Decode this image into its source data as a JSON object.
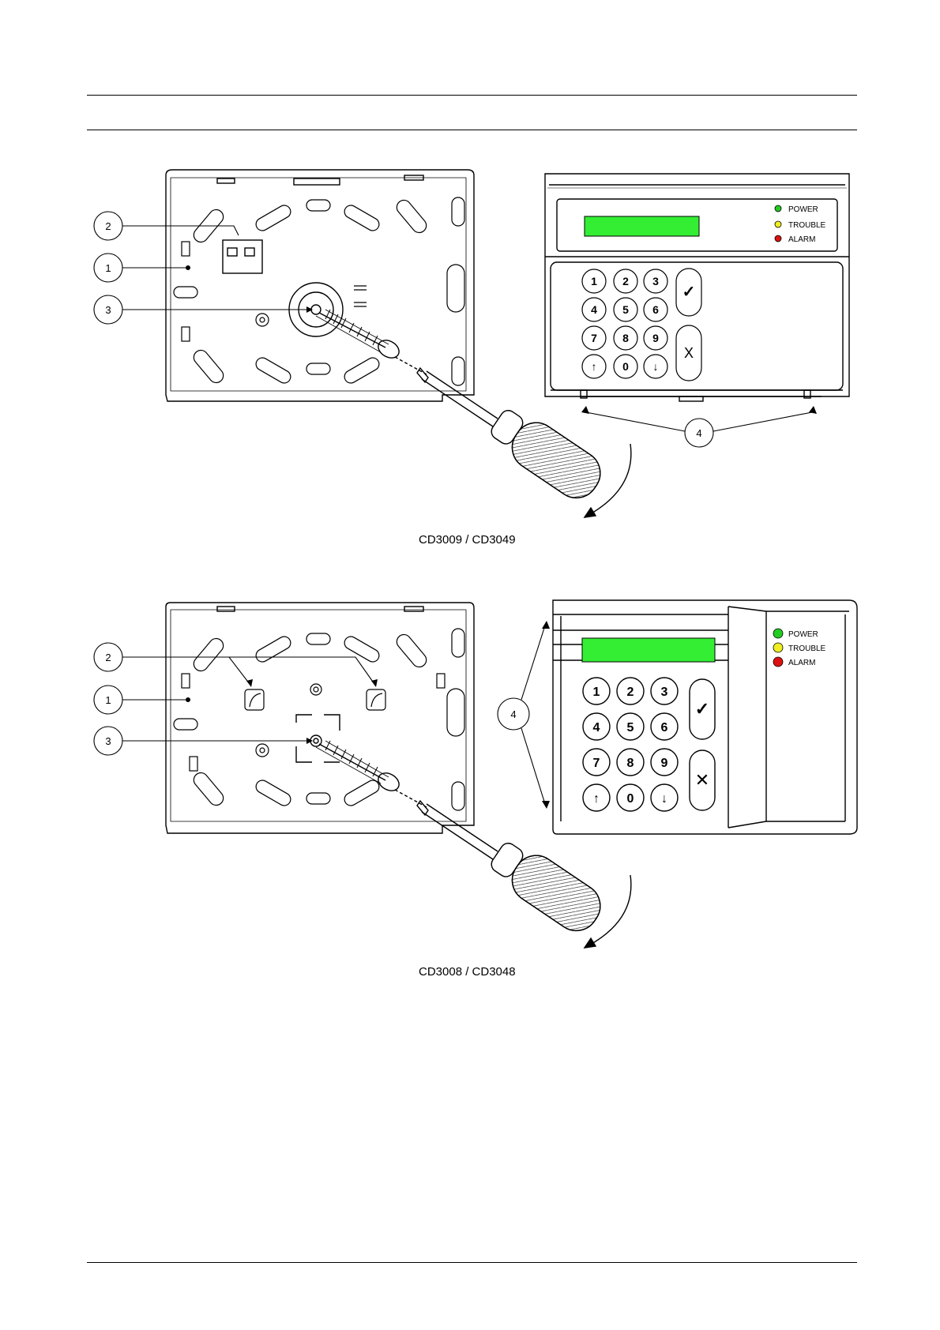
{
  "figures": [
    {
      "caption": "CD3009 / CD3049",
      "callouts": [
        "1",
        "2",
        "3",
        "4"
      ],
      "leds": [
        {
          "label": "POWER",
          "color": "#22cc22"
        },
        {
          "label": "TROUBLE",
          "color": "#eeee22"
        },
        {
          "label": "ALARM",
          "color": "#dd1111"
        }
      ],
      "keys": [
        "1",
        "2",
        "3",
        "4",
        "5",
        "6",
        "7",
        "8",
        "9",
        "↑",
        "0",
        "↓"
      ],
      "side_keys": [
        "✓",
        "X"
      ]
    },
    {
      "caption": "CD3008 / CD3048",
      "callouts": [
        "1",
        "2",
        "3",
        "4"
      ],
      "leds": [
        {
          "label": "POWER",
          "color": "#22cc22"
        },
        {
          "label": "TROUBLE",
          "color": "#eeee22"
        },
        {
          "label": "ALARM",
          "color": "#dd1111"
        }
      ],
      "keys": [
        "1",
        "2",
        "3",
        "4",
        "5",
        "6",
        "7",
        "8",
        "9",
        "↑",
        "0",
        "↓"
      ],
      "side_keys": [
        "✓",
        "✕"
      ]
    }
  ],
  "colors": {
    "lcd": "#33ee33",
    "line": "#000000"
  }
}
